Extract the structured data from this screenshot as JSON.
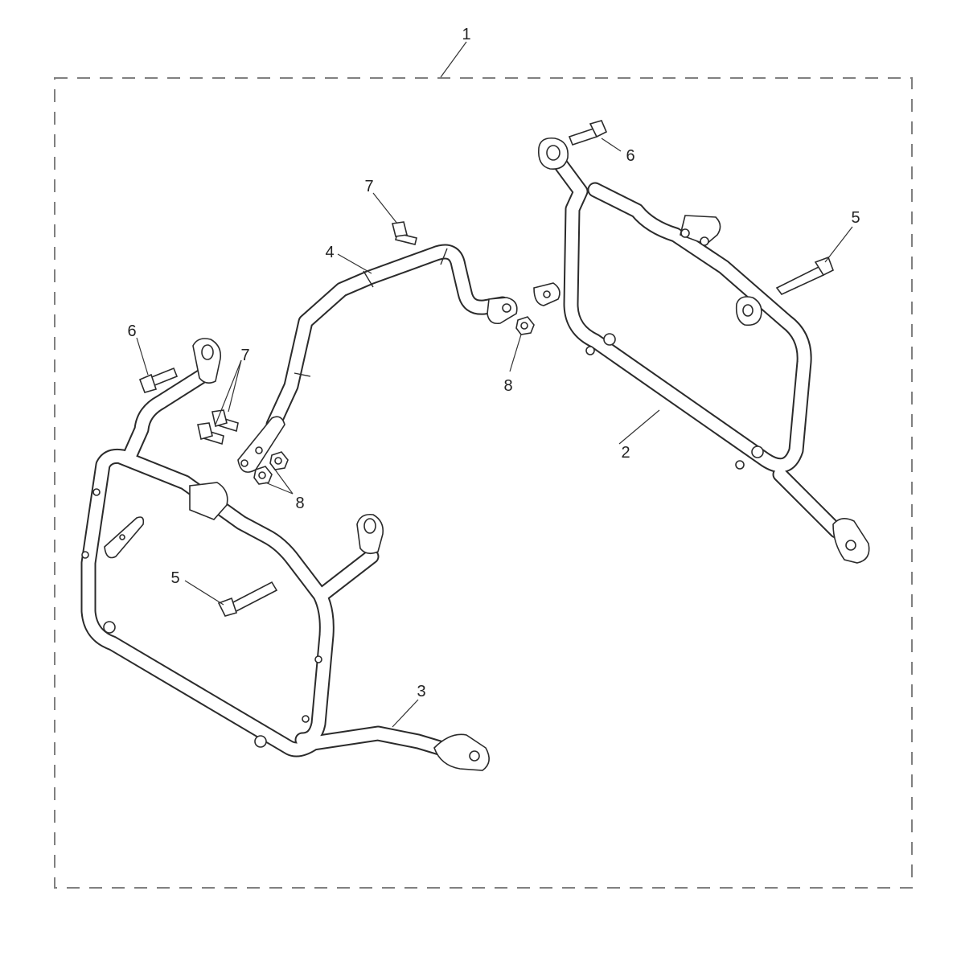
{
  "diagram": {
    "kind": "exploded-parts-diagram",
    "callouts": [
      {
        "id": "c1",
        "text": "1"
      },
      {
        "id": "c2",
        "text": "2"
      },
      {
        "id": "c3",
        "text": "3"
      },
      {
        "id": "c4",
        "text": "4"
      },
      {
        "id": "c5a",
        "text": "5"
      },
      {
        "id": "c5b",
        "text": "5"
      },
      {
        "id": "c6a",
        "text": "6"
      },
      {
        "id": "c6b",
        "text": "6"
      },
      {
        "id": "c7a",
        "text": "7"
      },
      {
        "id": "c7b",
        "text": "7"
      },
      {
        "id": "c8a",
        "text": "8"
      },
      {
        "id": "c8b",
        "text": "8"
      }
    ],
    "colors": {
      "line": "#2b2b2b",
      "background": "#ffffff",
      "border": "#808080"
    }
  }
}
